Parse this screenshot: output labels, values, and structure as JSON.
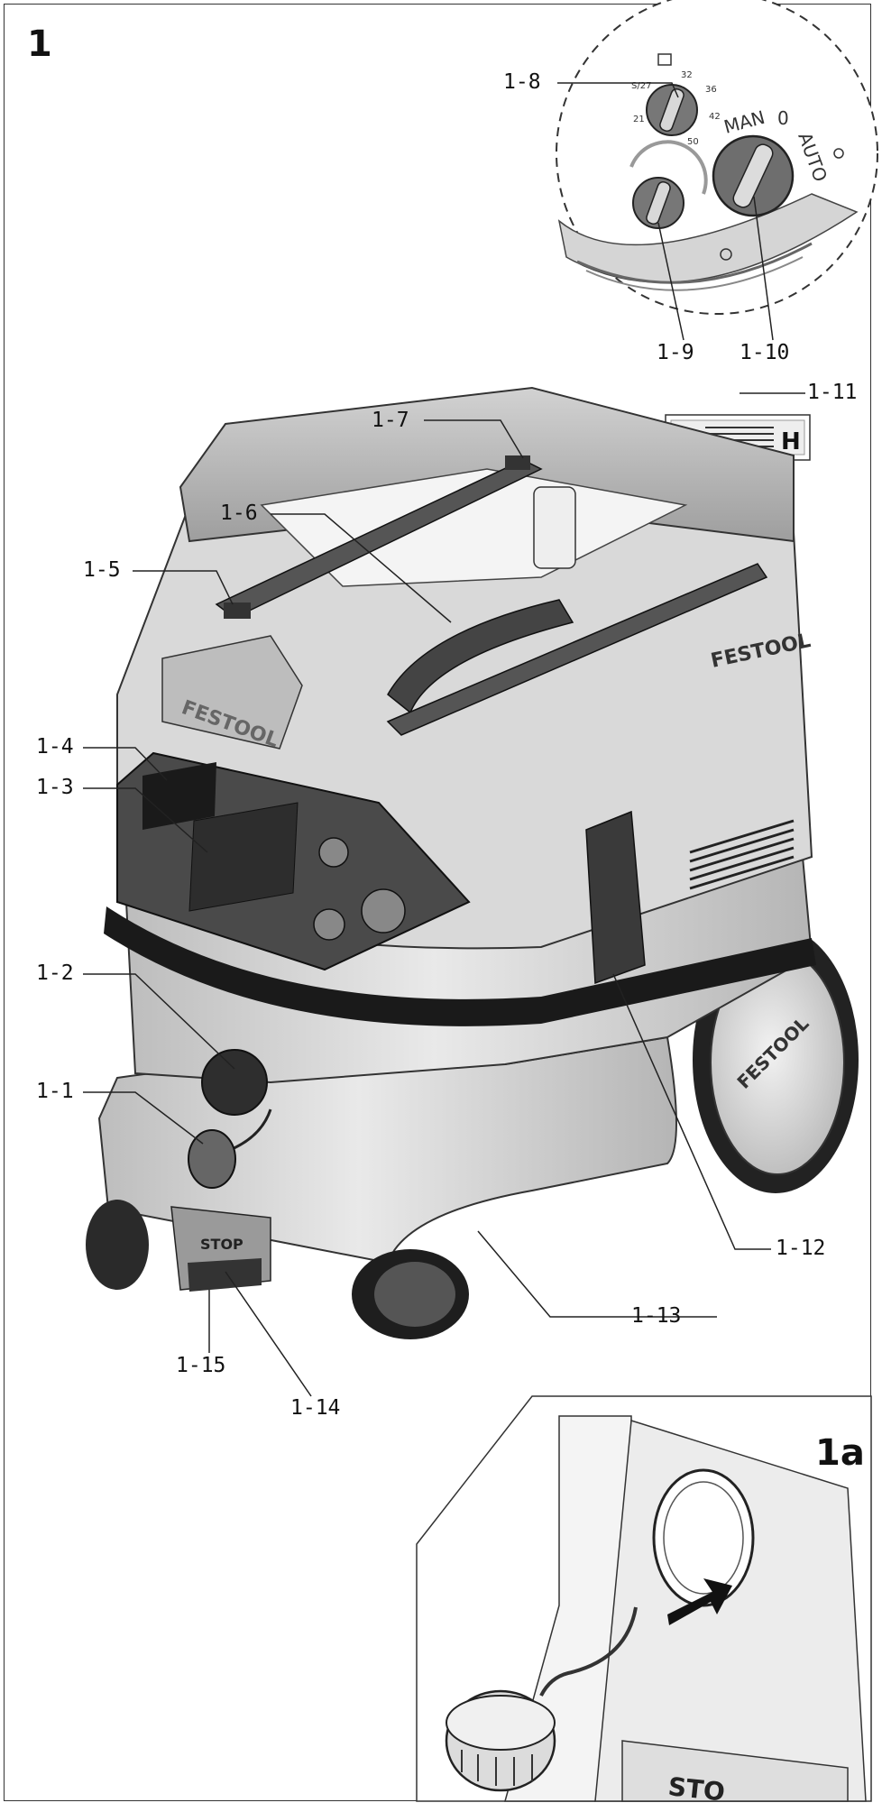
{
  "figure": {
    "number": "1",
    "inset_number": "1a",
    "brand_text": "FESTOOL",
    "stop_text": "STOP",
    "inset_stop_text": "STO",
    "hepa_label": {
      "left": "H",
      "right": "H"
    },
    "dial_top": {
      "marks": [
        "S/27",
        "32",
        "36",
        "42",
        "50",
        "21"
      ]
    },
    "dial_main": {
      "marks": [
        "MAN",
        "0",
        "AUTO"
      ]
    }
  },
  "callouts": [
    {
      "id": "1-1",
      "text": "1-1"
    },
    {
      "id": "1-2",
      "text": "1-2"
    },
    {
      "id": "1-3",
      "text": "1-3"
    },
    {
      "id": "1-4",
      "text": "1-4"
    },
    {
      "id": "1-5",
      "text": "1-5"
    },
    {
      "id": "1-6",
      "text": "1-6"
    },
    {
      "id": "1-7",
      "text": "1-7"
    },
    {
      "id": "1-8",
      "text": "1-8"
    },
    {
      "id": "1-9",
      "text": "1-9"
    },
    {
      "id": "1-10",
      "text": "1-10"
    },
    {
      "id": "1-11",
      "text": "1-11"
    },
    {
      "id": "1-12",
      "text": "1-12"
    },
    {
      "id": "1-13",
      "text": "1-13"
    },
    {
      "id": "1-14",
      "text": "1-14"
    },
    {
      "id": "1-15",
      "text": "1-15"
    }
  ],
  "colors": {
    "line": "#222222",
    "body": "#d8d8d8",
    "dark": "#3a3a3a",
    "light": "#eeeeee"
  }
}
